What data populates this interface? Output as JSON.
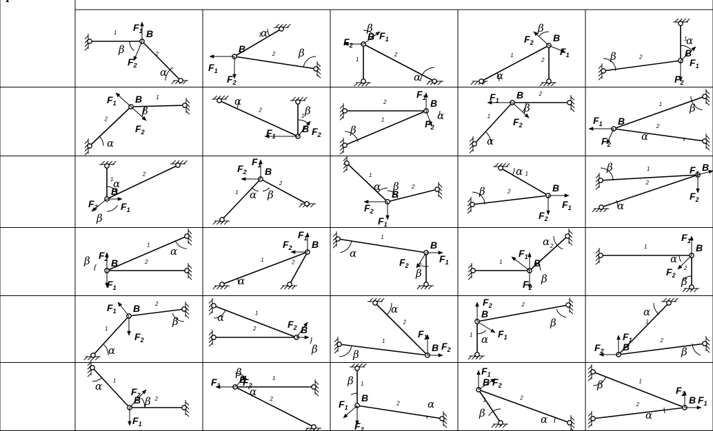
{
  "labels": {
    "node": "B",
    "force": "F",
    "sub1": "1",
    "sub2": "2",
    "rod1": "1",
    "rod2": "2",
    "alpha": "α",
    "beta": "β"
  },
  "grid": {
    "rows": 6,
    "cols": 6,
    "row_headers": [
      "",
      "",
      "",
      "",
      "",
      ""
    ]
  }
}
